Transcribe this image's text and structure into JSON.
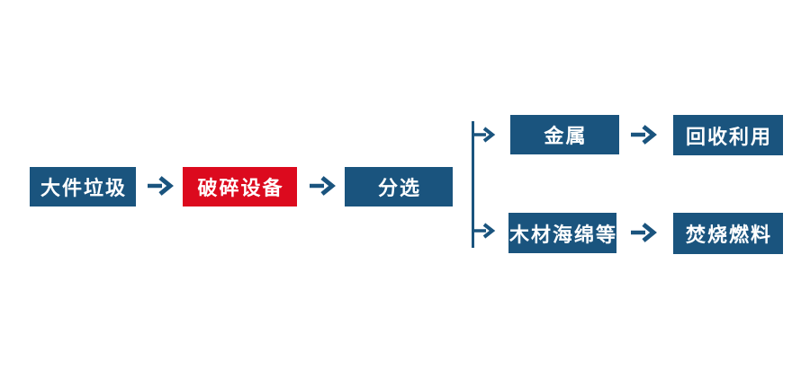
{
  "diagram": {
    "type": "flowchart",
    "background": "#ffffff",
    "colors": {
      "node_blue": "#1A547E",
      "node_red": "#DC0A1E",
      "arrow_blue": "#1A547E",
      "label_text": "#ffffff"
    },
    "nodes": [
      {
        "id": "bulky-waste",
        "label": "大件垃圾",
        "color": "blue"
      },
      {
        "id": "crushing-equipment",
        "label": "破碎设备",
        "color": "red"
      },
      {
        "id": "sorting",
        "label": "分选",
        "color": "blue"
      },
      {
        "id": "metal",
        "label": "金属",
        "color": "blue"
      },
      {
        "id": "recycling",
        "label": "回收利用",
        "color": "blue"
      },
      {
        "id": "wood-sponge-etc",
        "label": "木材海绵等",
        "color": "blue"
      },
      {
        "id": "incineration-fuel",
        "label": "焚烧燃料",
        "color": "blue"
      }
    ],
    "edges": [
      {
        "from": "bulky-waste",
        "to": "crushing-equipment"
      },
      {
        "from": "crushing-equipment",
        "to": "sorting"
      },
      {
        "from": "sorting",
        "to": "metal"
      },
      {
        "from": "sorting",
        "to": "wood-sponge-etc"
      },
      {
        "from": "metal",
        "to": "recycling"
      },
      {
        "from": "wood-sponge-etc",
        "to": "incineration-fuel"
      }
    ]
  }
}
